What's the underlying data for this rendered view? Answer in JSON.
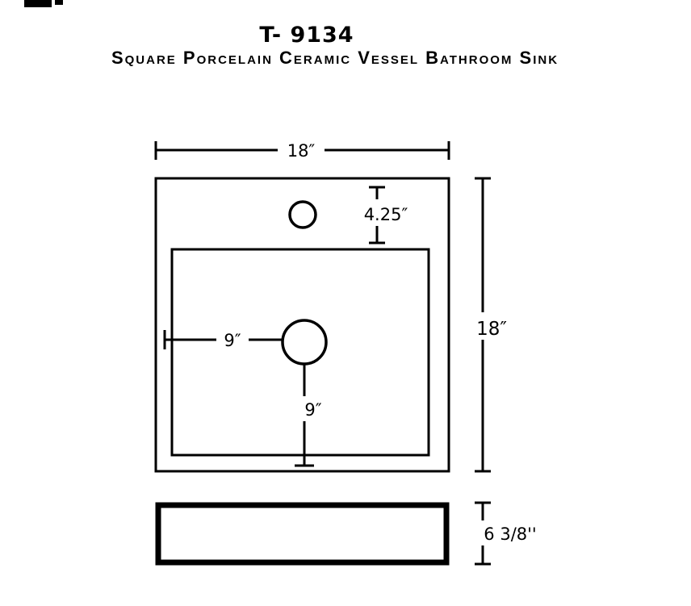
{
  "header": {
    "model": "T- 9134",
    "product_name": "Square Porcelain Ceramic Vessel Bathroom Sink"
  },
  "diagram": {
    "top_view": {
      "width_dim": "18″",
      "height_dim": "18″",
      "faucet_offset_dim": "4.25″",
      "drain_horizontal_dim": "9″",
      "drain_vertical_dim": "9″"
    },
    "side_view": {
      "height_dim": "6 3/8''"
    },
    "colors": {
      "line": "#000000",
      "background": "#ffffff",
      "text": "#000000"
    }
  }
}
